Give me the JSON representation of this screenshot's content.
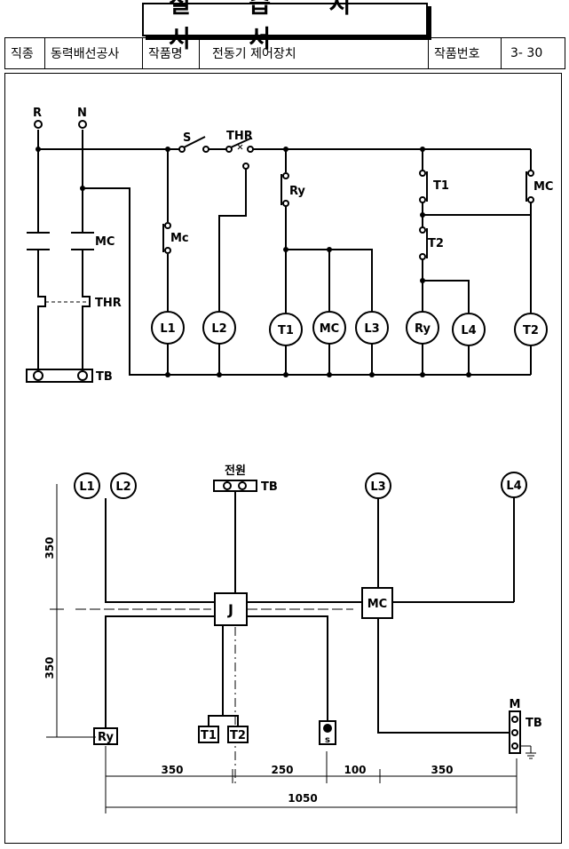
{
  "header": {
    "title": "실 습 지 시 서",
    "field1_label": "직종",
    "field1_value": "동력배선공사",
    "field2_label": "작품명",
    "field2_value": "전동기 제어장치",
    "field3_label": "작품번호",
    "field3_value": "3- 30"
  },
  "schematic": {
    "supply_r": "R",
    "supply_n": "N",
    "switch_s": "S",
    "thr_contact": "THR",
    "mc_main": "MC",
    "thr_main": "THR",
    "tb": "TB",
    "mc_aux": "Mc",
    "ry_contact": "Ry",
    "t1_contact": "T1",
    "t2_contact": "T2",
    "mc_contact": "MC",
    "loads": [
      "L1",
      "L2",
      "T1",
      "MC",
      "L3",
      "Ry",
      "L4",
      "T2"
    ]
  },
  "layout_plan": {
    "l1": "L1",
    "l2": "L2",
    "power": "전원",
    "tb_power": "TB",
    "l3": "L3",
    "l4": "L4",
    "junction": "J",
    "mc_box": "MC",
    "ry_box": "Ry",
    "t1_box": "T1",
    "t2_box": "T2",
    "s_box": "s",
    "motor": "M",
    "tb_motor": "TB",
    "dim_v_top": "350",
    "dim_v_bottom": "350",
    "dim_h": [
      "350",
      "250",
      "100",
      "350"
    ],
    "dim_total": "1050"
  }
}
